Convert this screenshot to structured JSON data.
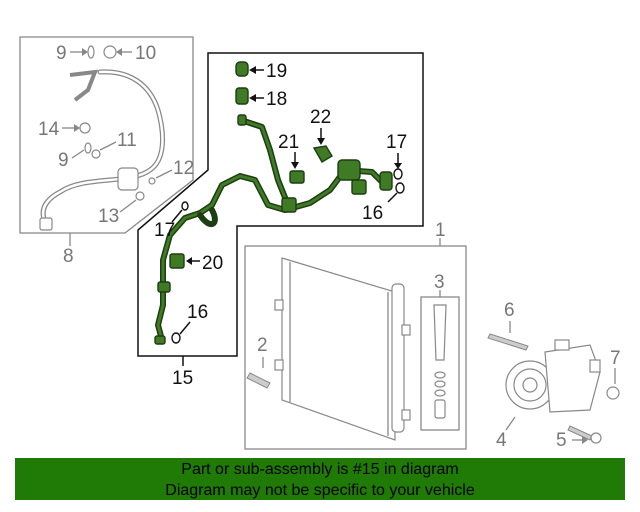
{
  "callouts": {
    "c1": "1",
    "c2": "2",
    "c3": "3",
    "c4": "4",
    "c5": "5",
    "c6": "6",
    "c7": "7",
    "c8": "8",
    "c9a": "9",
    "c9b": "9",
    "c10": "10",
    "c11": "11",
    "c12": "12",
    "c13": "13",
    "c14": "14",
    "c15": "15",
    "c16a": "16",
    "c16b": "16",
    "c17a": "17",
    "c17b": "17",
    "c18": "18",
    "c19": "19",
    "c20": "20",
    "c21": "21",
    "c22": "22"
  },
  "banner": {
    "line1": "Part or sub-assembly is #15 in diagram",
    "line2": "Diagram may not be specific to your vehicle"
  },
  "colors": {
    "banner_bg": "#1f7a06",
    "highlight_part": "#3f7a25",
    "secondary_parts": "#888888"
  }
}
